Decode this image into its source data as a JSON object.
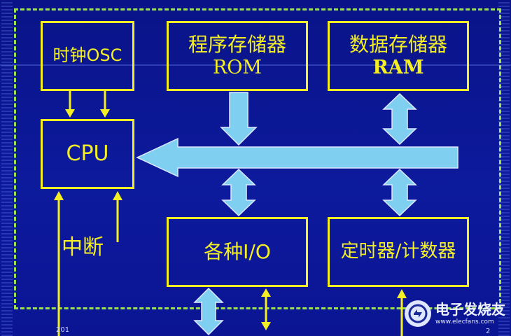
{
  "blocks": {
    "osc": "时钟OSC",
    "rom_line1": "程序存储器",
    "rom_line2": "ROM",
    "ram_line1": "数据存储器",
    "ram_line2": "RAM",
    "cpu": "CPU",
    "io": "各种I/O",
    "timer": "定时器/计数器"
  },
  "interrupt_label": "中断",
  "footer": {
    "date": "201",
    "page": "2"
  },
  "logo": {
    "name": "电子发烧友",
    "url": "www.elecfans.com"
  },
  "colors": {
    "background": "#0c1a9c",
    "box_border": "#f4ef24",
    "text": "#f4ef24",
    "bus": "#7fd0f0",
    "dashed_frame": "#9be24c"
  }
}
